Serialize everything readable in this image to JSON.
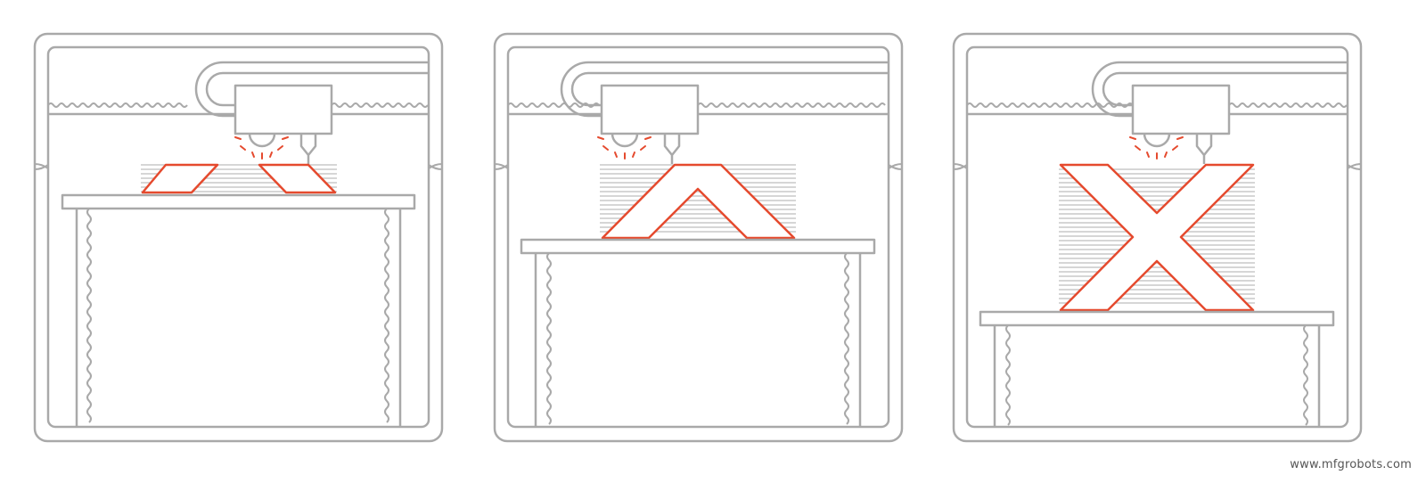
{
  "colors": {
    "outline": "#a9a9a9",
    "layer_lines": "#c8c8c8",
    "part": "#e54a2e",
    "background": "#ffffff"
  },
  "panels": [
    {
      "name": "printer-stage-1",
      "print_progress": 0.15,
      "part_shape": "two bottom feet of the letter X"
    },
    {
      "name": "printer-stage-2",
      "print_progress": 0.5,
      "part_shape": "lower half of the letter X"
    },
    {
      "name": "printer-stage-3",
      "print_progress": 1.0,
      "part_shape": "complete letter X"
    }
  ],
  "watermark": "www.mfgrobots.com"
}
